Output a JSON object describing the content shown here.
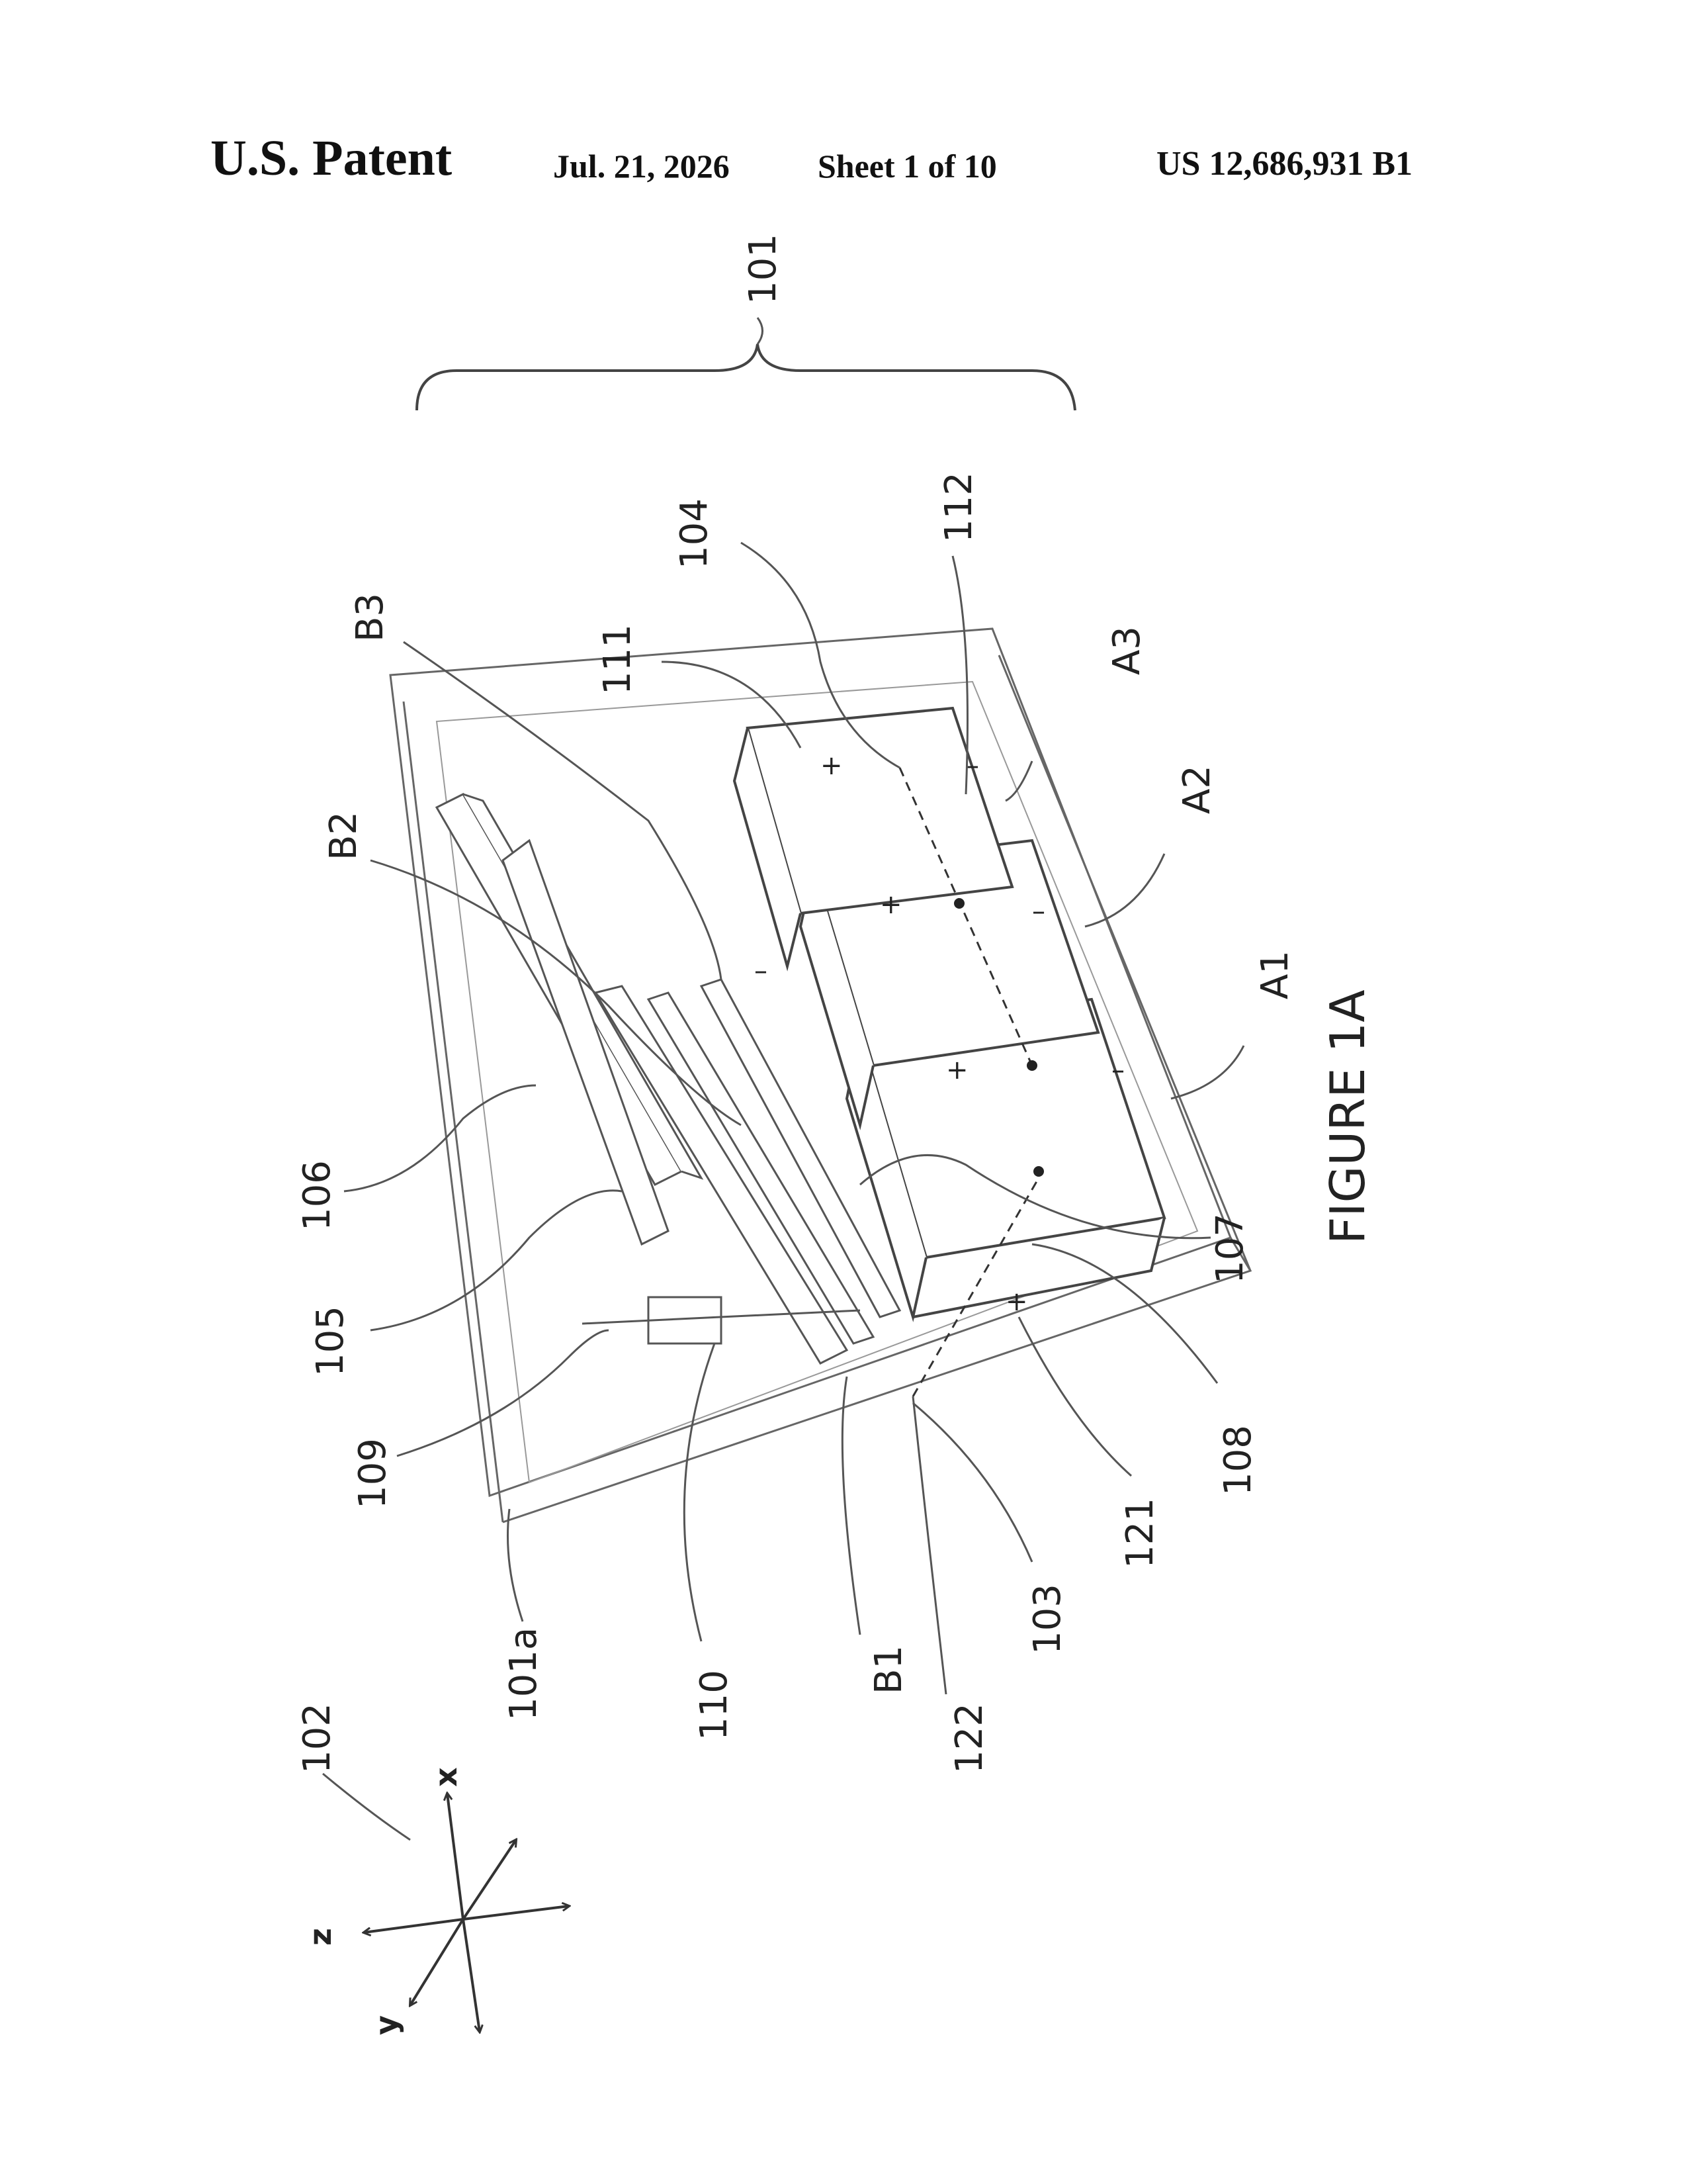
{
  "header": {
    "label": "U.S. Patent",
    "date": "Jul. 21, 2026",
    "sheet": "Sheet 1 of 10",
    "number": "US 12,686,931 B1"
  },
  "figure": {
    "caption": "FIGURE 1A",
    "reference_labels": {
      "r101": "101",
      "r101a": "101a",
      "r102": "102",
      "r103": "103",
      "r104": "104",
      "r105": "105",
      "r106": "106",
      "r107": "107",
      "r108": "108",
      "r109": "109",
      "r110": "110",
      "r111": "111",
      "r112": "112",
      "r121": "121",
      "r122": "122",
      "A1": "A1",
      "A2": "A2",
      "A3": "A3",
      "B1": "B1",
      "B2": "B2",
      "B3": "B3"
    },
    "axes": {
      "x": "x",
      "y": "y",
      "z": "z"
    },
    "polarity": {
      "plus": "+",
      "minus": "–"
    }
  }
}
